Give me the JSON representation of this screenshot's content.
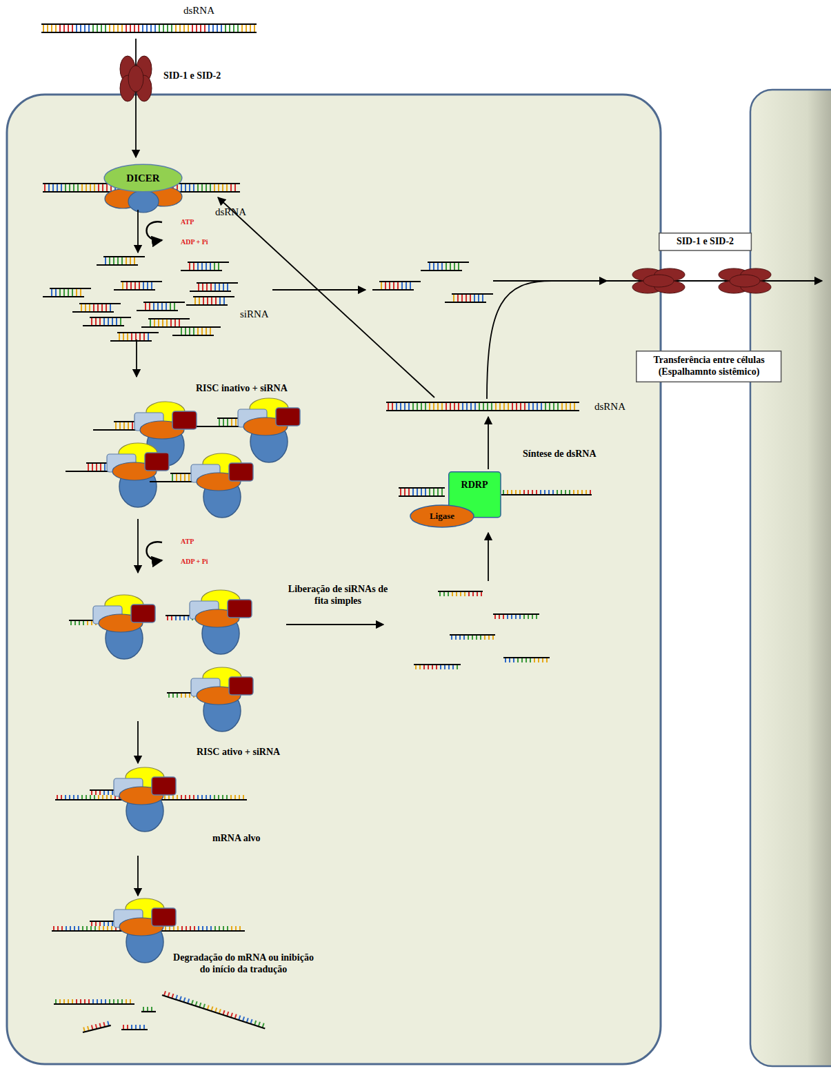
{
  "diagram": {
    "nodes": [
      {
        "text": [
          "DICER"
        ]
      },
      {
        "text": [
          "RDRP"
        ]
      },
      {
        "text": [
          "Ligase"
        ]
      },
      {
        "text": [
          "SID-1 e SID-2"
        ]
      },
      {
        "text": [
          "Transferência entre células (Espalhamnto sistêmico)"
        ]
      }
    ],
    "labels": [
      "dsRNA",
      "SID-1 e SID-2",
      "dsRNA",
      "ATP",
      "ADP + Pi",
      "siRNA",
      "RISC inativo + siRNA",
      "dsRNA",
      "Síntese de dsRNA",
      "ATP",
      "ADP + Pi",
      "Liberação de siRNAs de fita simples",
      "RISC ativo + siRNA",
      "mRNA alvo",
      "Degradação do mRNA ou inibição do início da tradução"
    ]
  }
}
